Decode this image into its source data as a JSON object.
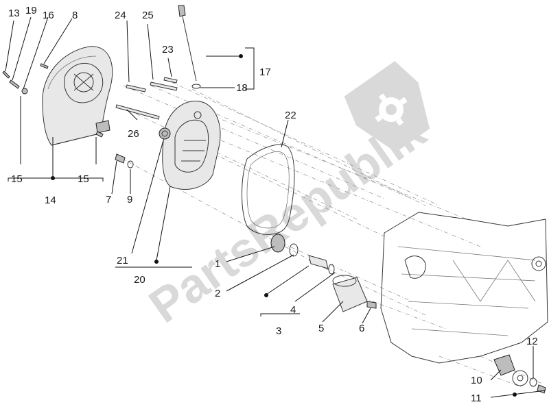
{
  "watermark": {
    "text": "PartsRepublik",
    "icon": "gear-icon"
  },
  "labels": {
    "l1": "1",
    "l2": "2",
    "l3": "3",
    "l4": "4",
    "l5": "5",
    "l6": "6",
    "l7": "7",
    "l8": "8",
    "l9": "9",
    "l10": "10",
    "l11": "11",
    "l12": "12",
    "l13": "13",
    "l14": "14",
    "l15a": "15",
    "l15b": "15",
    "l16": "16",
    "l17": "17",
    "l18": "18",
    "l19": "19",
    "l20": "20",
    "l21": "21",
    "l22": "22",
    "l23": "23",
    "l24": "24",
    "l25": "25",
    "l26": "26"
  }
}
